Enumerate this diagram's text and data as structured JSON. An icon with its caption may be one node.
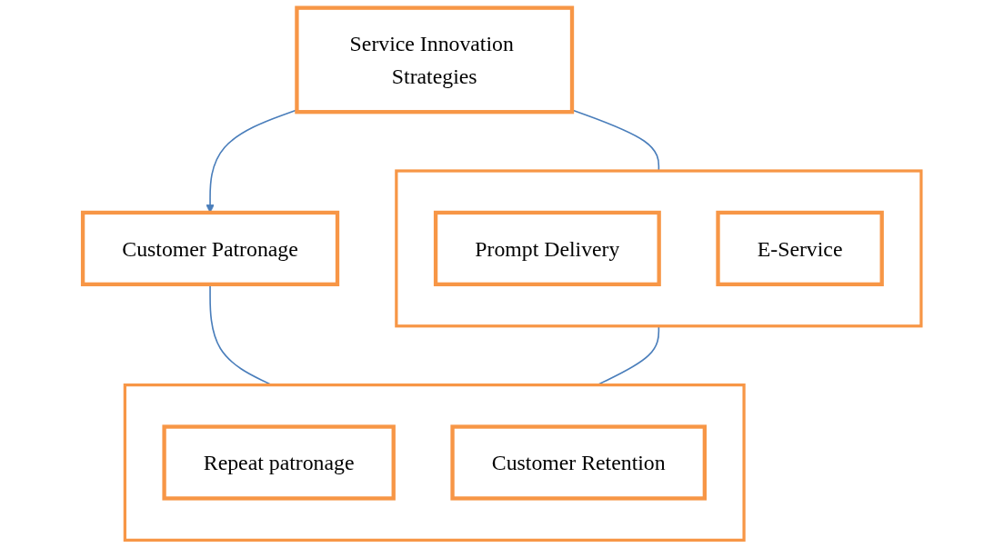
{
  "diagram": {
    "nodes": [
      {
        "text": [
          "Service Innovation Strategies"
        ]
      },
      {
        "text": [
          "Customer Patronage"
        ]
      },
      {
        "text": [],
        "shape": "box"
      },
      {
        "text": [
          "Prompt Delivery"
        ],
        "in": 2
      },
      {
        "text": [
          "E-Service"
        ],
        "in": 2
      },
      {
        "text": [],
        "shape": "box"
      },
      {
        "text": [
          "Repeat patronage"
        ],
        "in": 5
      },
      {
        "text": [
          "Customer Retention"
        ],
        "in": 5
      }
    ],
    "edges": [
      {
        "from": 0,
        "to": 1,
        "arrow": "to"
      },
      {
        "from": 0,
        "to": 2,
        "arrow": "none"
      },
      {
        "from": 1,
        "to": 5,
        "arrow": "none"
      },
      {
        "from": 2,
        "to": 5,
        "arrow": "none"
      }
    ]
  }
}
